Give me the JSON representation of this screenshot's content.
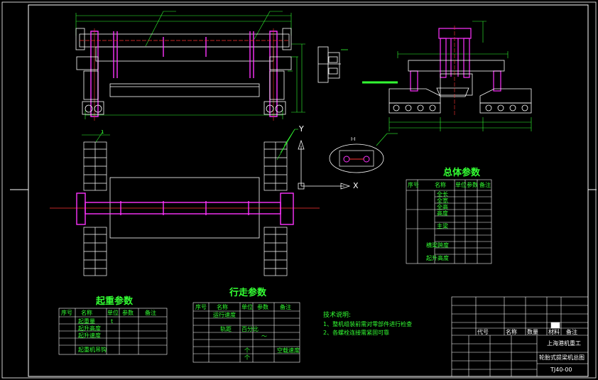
{
  "drawing": {
    "lifting_table": {
      "title": "起重参数",
      "headers": [
        "序号",
        "名称",
        "单位",
        "参数",
        "备注"
      ],
      "rows": [
        [
          "",
          "起重量",
          "t",
          "",
          ""
        ],
        [
          "",
          "起升高度",
          "",
          "",
          ""
        ],
        [
          "",
          "起升速度",
          "",
          "",
          ""
        ],
        [
          "",
          "",
          "",
          "",
          ""
        ],
        [
          "",
          "起重机吊钩",
          "",
          "",
          ""
        ]
      ]
    },
    "travel_table": {
      "title": "行走参数",
      "headers": [
        "序号",
        "名称",
        "单位",
        "参数",
        "备注"
      ],
      "rows": [
        [
          "",
          "运行速度",
          "",
          "",
          ""
        ],
        [
          "",
          "",
          "",
          "",
          ""
        ],
        [
          "",
          "轨距",
          "百分比",
          "",
          ""
        ],
        [
          "",
          "",
          "",
          "～",
          ""
        ],
        [
          "",
          "",
          "",
          "",
          ""
        ],
        [
          "",
          "",
          "个",
          "",
          "空载速度"
        ],
        [
          "",
          "",
          "个",
          "",
          ""
        ]
      ]
    },
    "overall_table": {
      "title": "总体参数",
      "headers": [
        "序号",
        "名称",
        "单位",
        "参数",
        "备注"
      ],
      "row_labels": [
        "全长",
        "全宽",
        "全高",
        "高度",
        "",
        "主梁",
        "",
        "",
        "横梁跨度",
        "",
        "",
        "起升高度",
        ""
      ]
    },
    "notes": {
      "title": "技术说明:",
      "lines": [
        "1、整机组装前需对零部件进行检查",
        "2、各螺栓连接需紧固可靠"
      ]
    },
    "title_block": {
      "company": "上海港机重工",
      "drawing_name": "轮胎式提梁机总图",
      "drawing_no": "TJ40-00",
      "parts_header": [
        "代号",
        "名称",
        "数量",
        "材料",
        "备注"
      ]
    },
    "views": {
      "section_label": "I-I",
      "axis_y": "Y",
      "axis_x": "X",
      "callout_1": "1"
    }
  },
  "colors": {
    "background": "#000000",
    "frame": "#ffffff",
    "dimension": "#33ff33",
    "structure": "#ffffff",
    "member": "#ff33ff",
    "centerline": "#ff3333",
    "accent": "#33ffff"
  }
}
